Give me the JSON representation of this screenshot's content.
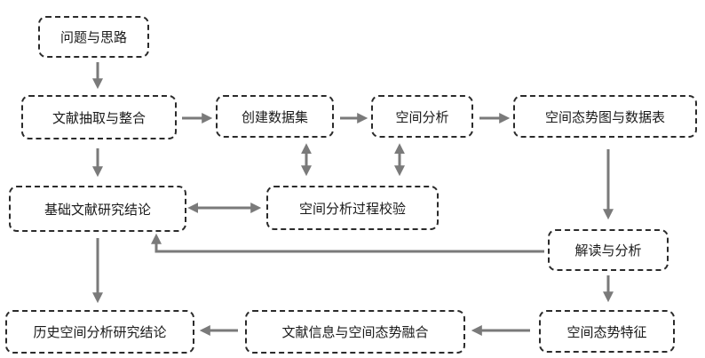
{
  "diagram": {
    "nodes": {
      "problem": "问题与思路",
      "extract": "文献抽取与整合",
      "dataset": "创建数据集",
      "spatial_analysis": "空间分析",
      "maps_tables": "空间态势图与数据表",
      "basic_conclusion": "基础文献研究结论",
      "validation": "空间分析过程校验",
      "interpret": "解读与分析",
      "historical_conclusion": "历史空间分析研究结论",
      "fusion": "文献信息与空间态势融合",
      "features": "空间态势特征"
    },
    "colors": {
      "border": "#2b2b2b",
      "arrow": "#7a7a7a",
      "text": "#1a1a1a"
    }
  }
}
